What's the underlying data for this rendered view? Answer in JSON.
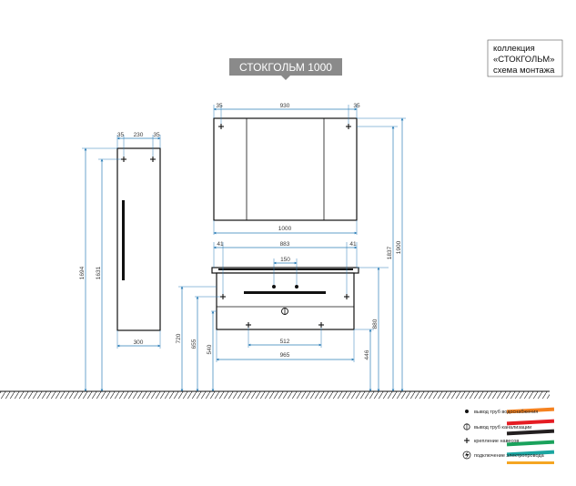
{
  "title": "СТОКГОЛЬМ 1000",
  "info_box": [
    "коллекция",
    "«СТОКГОЛЬМ»",
    "схема монтажа"
  ],
  "column": {
    "top_dims": [
      "35",
      "230",
      "35"
    ],
    "bottom_dim": "300",
    "height_dims": [
      "1694",
      "1631"
    ]
  },
  "mirror": {
    "top_dims": [
      "35",
      "930",
      "35"
    ],
    "bottom_dim": "1000"
  },
  "vanity": {
    "top_dims": [
      "41",
      "883",
      "41"
    ],
    "inner_dim": "150",
    "drawer_dim": "512",
    "bottom_dim": "965",
    "height_dims": [
      "720",
      "655",
      "540"
    ],
    "right_dims": [
      "446",
      "880",
      "1837",
      "1900"
    ]
  },
  "legend": [
    {
      "icon": "water-supply-dot",
      "label": "вывод труб водоснабжения",
      "colors": [
        "#f58220",
        "#e51c23"
      ]
    },
    {
      "icon": "drain-pipe-icon",
      "label": "вывод труб канализации",
      "colors": [
        "#e51c23",
        "#231f20"
      ]
    },
    {
      "icon": "mount-cross-icon",
      "label": "крепление навесов",
      "colors": [
        "#231f20",
        "#1aa25c"
      ]
    },
    {
      "icon": "electric-icon",
      "label": "подключение электропровода",
      "colors": [
        "#1aa5a0",
        "#f5a623"
      ]
    }
  ],
  "colors": {
    "accent_dim": "#2e7fb8",
    "title_bg": "#8a8a8a"
  }
}
